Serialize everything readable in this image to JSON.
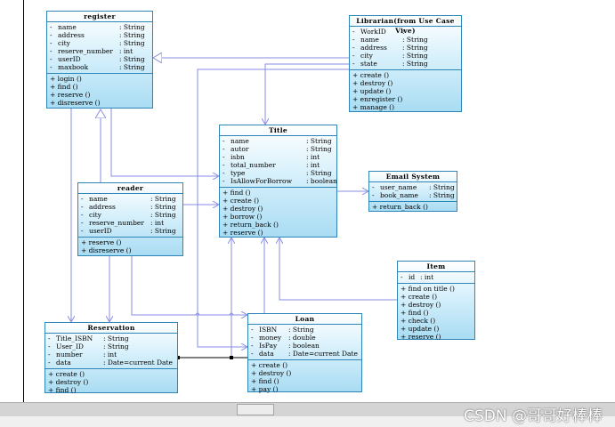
{
  "classes": {
    "register": {
      "title": "register",
      "attributes": [
        {
          "vis": "-",
          "name": "name",
          "type": ": String"
        },
        {
          "vis": "-",
          "name": "address",
          "type": ": String"
        },
        {
          "vis": "-",
          "name": "city",
          "type": ": String"
        },
        {
          "vis": "-",
          "name": "reserve_number",
          "type": ": int"
        },
        {
          "vis": "-",
          "name": "userID",
          "type": ": String"
        },
        {
          "vis": "-",
          "name": "maxbook",
          "type": ": String"
        }
      ],
      "operations": [
        "+ login ()",
        "+ find ()",
        "+ reserve ()",
        "+ disreserve ()"
      ]
    },
    "librarian": {
      "title": "Librarian(from Use Case Vive)",
      "attributes": [
        {
          "vis": "-",
          "name": "WorkID",
          "type": ":"
        },
        {
          "vis": "-",
          "name": "name",
          "type": ": String"
        },
        {
          "vis": "-",
          "name": "address",
          "type": ": String"
        },
        {
          "vis": "-",
          "name": "city",
          "type": ": String"
        },
        {
          "vis": "-",
          "name": "state",
          "type": ": String"
        }
      ],
      "operations": [
        "+ create ()",
        "+ destroy ()",
        "+ update ()",
        "+ enregister ()",
        "+ manage ()"
      ]
    },
    "title": {
      "title": "Title",
      "attributes": [
        {
          "vis": "-",
          "name": "name",
          "type": ": String"
        },
        {
          "vis": "-",
          "name": "autor",
          "type": ": String"
        },
        {
          "vis": "-",
          "name": "isbn",
          "type": ": int"
        },
        {
          "vis": "-",
          "name": "total_number",
          "type": ": int"
        },
        {
          "vis": "-",
          "name": "type",
          "type": ": String"
        },
        {
          "vis": "-",
          "name": "IsAllowForBorrow",
          "type": ": boolean"
        }
      ],
      "operations": [
        "+ find ()",
        "+ create ()",
        "+ destroy ()",
        "+ borrow ()",
        "+ return_back ()",
        "+ reserve ()"
      ]
    },
    "email": {
      "title": "Email System",
      "attributes": [
        {
          "vis": "-",
          "name": "user_name",
          "type": ": String"
        },
        {
          "vis": "-",
          "name": "book_name",
          "type": ": String"
        }
      ],
      "operations": [
        "+ return_back ()"
      ]
    },
    "reader": {
      "title": "reader",
      "attributes": [
        {
          "vis": "-",
          "name": "name",
          "type": ": String"
        },
        {
          "vis": "-",
          "name": "address",
          "type": ": String"
        },
        {
          "vis": "-",
          "name": "city",
          "type": ": String"
        },
        {
          "vis": "-",
          "name": "reserve_number",
          "type": ": int"
        },
        {
          "vis": "-",
          "name": "userID",
          "type": ": String"
        }
      ],
      "operations": [
        "+ reserve ()",
        "+ disreserve ()"
      ]
    },
    "item": {
      "title": "Item",
      "attributes": [
        {
          "vis": "-",
          "name": "id",
          "type": ": int"
        }
      ],
      "operations": [
        "+ find on title ()",
        "+ create ()",
        "+ destroy ()",
        "+ find ()",
        "+ check ()",
        "+ update ()",
        "+ reserve ()"
      ]
    },
    "reservation": {
      "title": "Reservation",
      "attributes": [
        {
          "vis": "-",
          "name": "Title_ISBN",
          "type": ": String"
        },
        {
          "vis": "-",
          "name": "User_ID",
          "type": ": String"
        },
        {
          "vis": "-",
          "name": "number",
          "type": ": int"
        },
        {
          "vis": "-",
          "name": "data",
          "type": ": Date=current Date"
        }
      ],
      "operations": [
        "+ create ()",
        "+ destroy ()",
        "+ find ()"
      ]
    },
    "loan": {
      "title": "Loan",
      "attributes": [
        {
          "vis": "-",
          "name": "ISBN",
          "type": ": String"
        },
        {
          "vis": "-",
          "name": "money",
          "type": ": double"
        },
        {
          "vis": "-",
          "name": "IsPay",
          "type": ": boolean"
        },
        {
          "vis": "-",
          "name": "data",
          "type": ": Date=current Date"
        }
      ],
      "operations": [
        "+ create ()",
        "+ destroy ()",
        "+ find ()",
        "+ pay ()"
      ]
    }
  },
  "watermark": "CSDN @哥哥好棒棒",
  "colors": {
    "box_border": "#2e86b8",
    "box_fill": "#a9dcf3",
    "connector": "#8a8ee6"
  }
}
